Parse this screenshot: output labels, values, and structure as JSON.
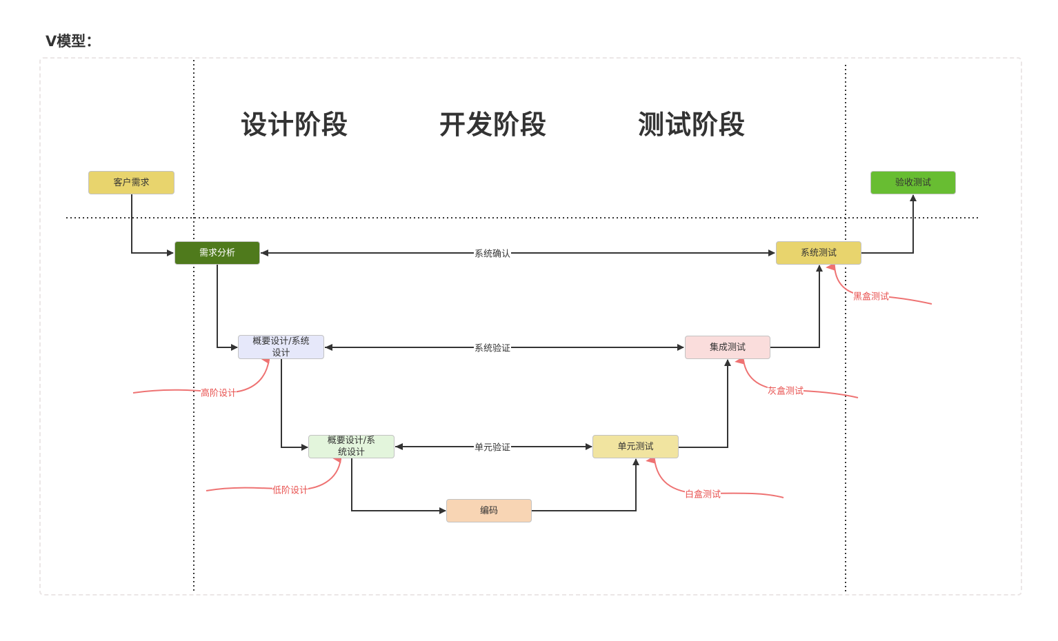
{
  "title": "V模型：",
  "phases": {
    "design": "设计阶段",
    "development": "开发阶段",
    "testing": "测试阶段"
  },
  "nodes": {
    "customer_requirements": {
      "label": "客户需求",
      "color": "#e8d46d"
    },
    "requirements_analysis": {
      "label": "需求分析",
      "color": "#4f7a1c"
    },
    "high_level_design": {
      "label": "概要设计/系统设计",
      "color": "#e6e8fa"
    },
    "low_level_design": {
      "label": "概要设计/系统设计",
      "color": "#e3f5dc"
    },
    "coding": {
      "label": "编码",
      "color": "#f8d5b4"
    },
    "unit_test": {
      "label": "单元测试",
      "color": "#f1e4a0"
    },
    "integration_test": {
      "label": "集成测试",
      "color": "#fadddc"
    },
    "system_test": {
      "label": "系统测试",
      "color": "#e8d46d"
    },
    "acceptance_test": {
      "label": "验收测试",
      "color": "#68bd32"
    }
  },
  "edge_labels": {
    "system_confirm": "系统确认",
    "system_verify": "系统验证",
    "unit_verify": "单元验证"
  },
  "annotations": {
    "high_level": "高阶设计",
    "low_level": "低阶设计",
    "black_box": "黑盒测试",
    "gray_box": "灰盒测试",
    "white_box": "白盒测试",
    "color": "#ee7272"
  }
}
